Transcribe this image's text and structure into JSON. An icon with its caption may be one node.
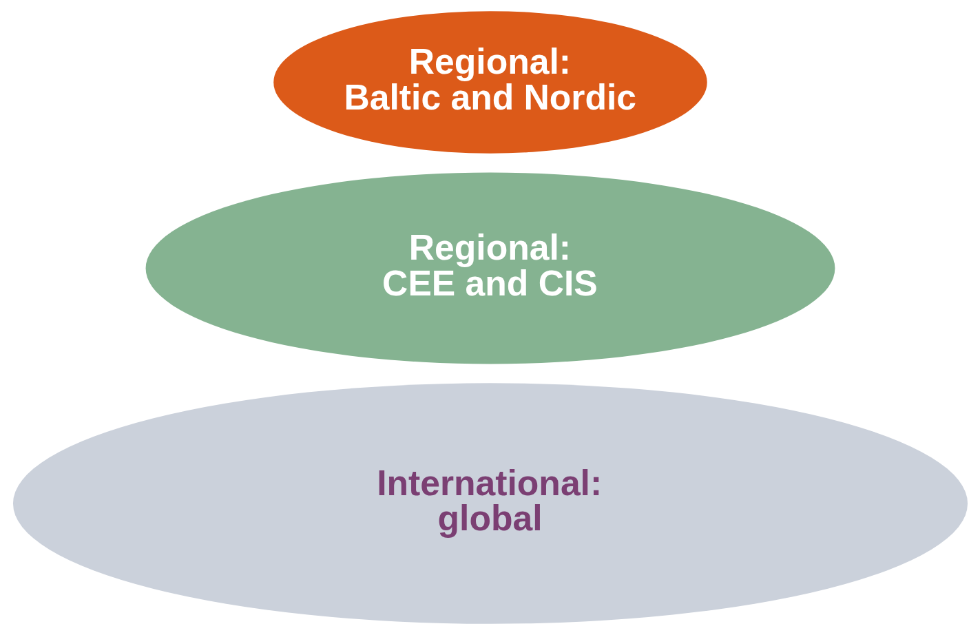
{
  "diagram": {
    "nodes": [
      {
        "text": [
          "Regional: Baltic and Nordic"
        ]
      },
      {
        "text": [
          "Regional: CEE and CIS"
        ]
      },
      {
        "text": [
          "International: global"
        ]
      }
    ]
  }
}
